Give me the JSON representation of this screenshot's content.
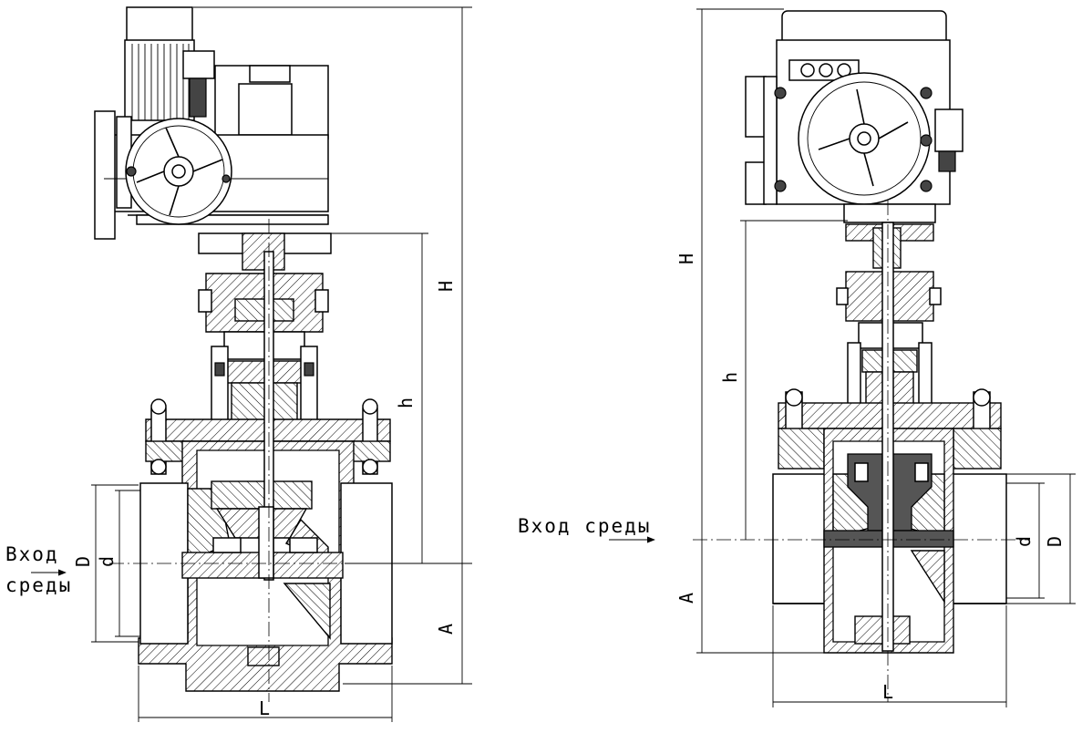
{
  "labels": {
    "left_inlet_line1": "Вход",
    "left_inlet_line2": "среды",
    "right_inlet": "Вход среды"
  },
  "dimensions": {
    "H": "H",
    "h": "h",
    "L": "L",
    "D": "D",
    "d": "d",
    "A": "A"
  }
}
